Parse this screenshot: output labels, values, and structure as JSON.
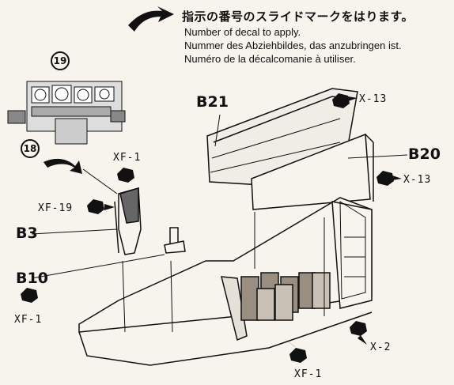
{
  "header": {
    "japanese": "指示の番号のスライドマークをはります。",
    "english": "Number of decal to apply.",
    "german": "Nummer des Abziehbildes, das anzubringen ist.",
    "french": "Numéro de la décalcomanie à utiliser."
  },
  "decals": {
    "d19": "19",
    "d18": "18"
  },
  "parts": {
    "b21": "B21",
    "b20": "B20",
    "b3": "B3",
    "b10": "B10"
  },
  "colors": {
    "x13_top": "X-13",
    "x13_mid": "X-13",
    "xf1_upper": "XF-1",
    "xf19": "XF-19",
    "xf1_left": "XF-1",
    "x2": "X-2",
    "xf1_bottom": "XF-1"
  }
}
